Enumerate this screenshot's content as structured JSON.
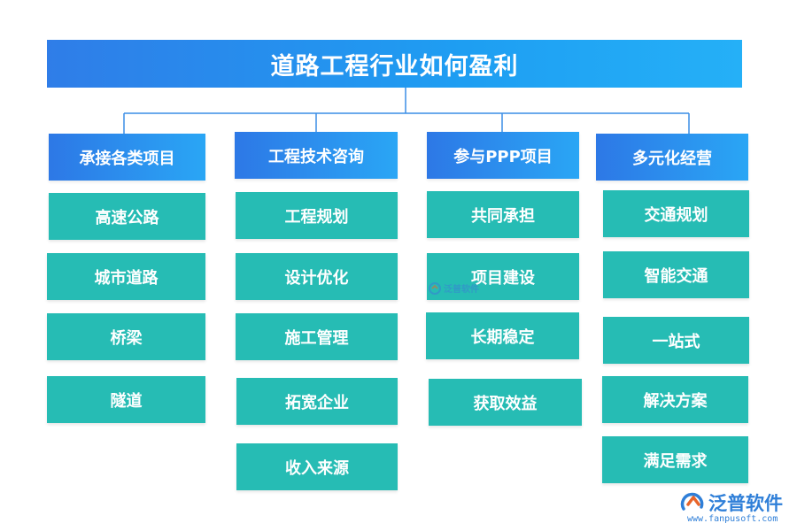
{
  "title": "道路工程行业如何盈利",
  "columns": [
    {
      "header": "承接各类项目",
      "items": [
        "高速公路",
        "城市道路",
        "桥梁",
        "隧道"
      ]
    },
    {
      "header": "工程技术咨询",
      "items": [
        "工程规划",
        "设计优化",
        "施工管理",
        "拓宽企业",
        "收入来源"
      ]
    },
    {
      "header": "参与PPP项目",
      "items": [
        "共同承担",
        "项目建设",
        "长期稳定",
        "获取效益"
      ]
    },
    {
      "header": "多元化经营",
      "items": [
        "交通规划",
        "智能交通",
        "一站式",
        "解决方案",
        "满足需求"
      ]
    }
  ],
  "watermark": {
    "text": "泛普软件"
  },
  "brand": {
    "name": "泛普软件",
    "url": "www.fanpusoft.com",
    "logo_icon": "fanpu-logo-icon"
  },
  "colors": {
    "title_blue": "#2f7de8",
    "header_blue": "#2aa6f5",
    "box_teal": "#26bcb4",
    "line": "#3a8ee6"
  }
}
